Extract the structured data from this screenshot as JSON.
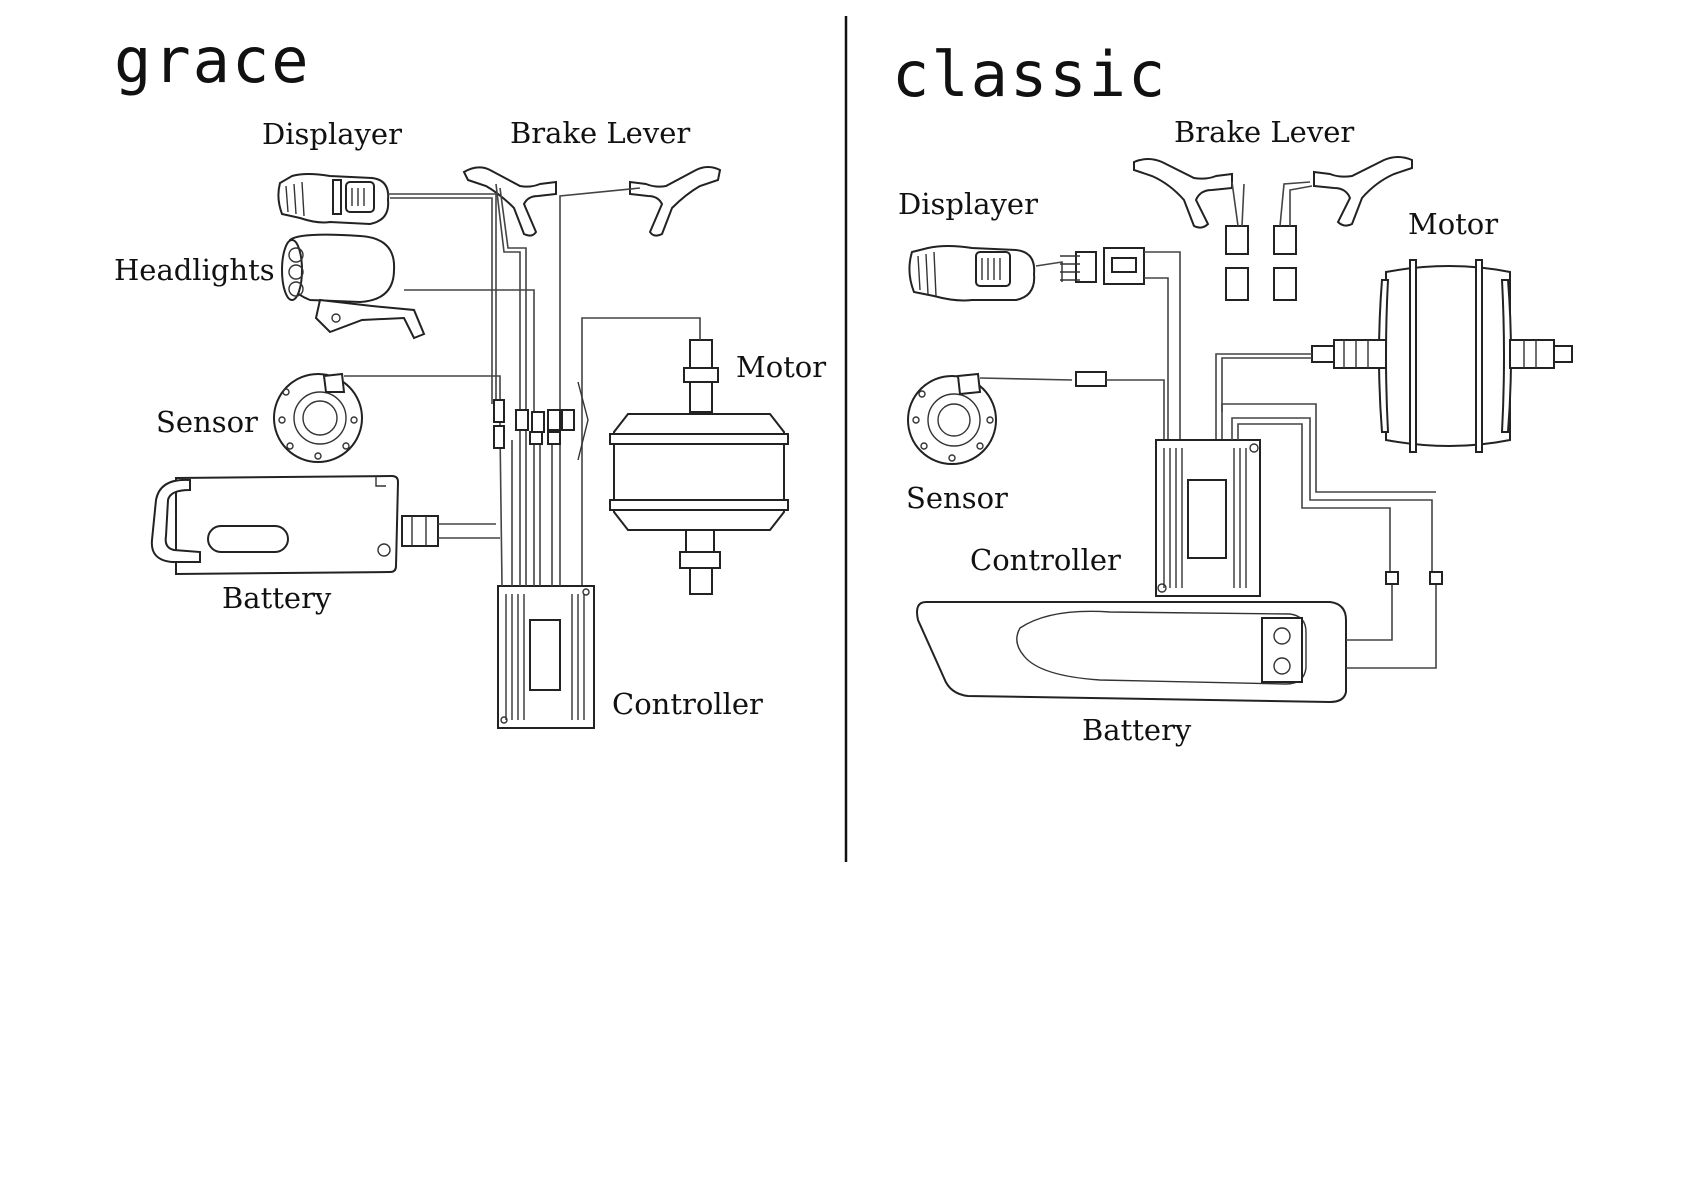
{
  "left_panel": {
    "title": "grace",
    "labels": {
      "displayer": "Displayer",
      "brake_lever": "Brake Lever",
      "headlights": "Headlights",
      "motor": "Motor",
      "sensor": "Sensor",
      "battery": "Battery",
      "controller": "Controller"
    }
  },
  "right_panel": {
    "title": "classic",
    "labels": {
      "brake_lever": "Brake Lever",
      "displayer": "Displayer",
      "motor": "Motor",
      "sensor": "Sensor",
      "controller": "Controller",
      "battery": "Battery"
    }
  },
  "colors": {
    "ink": "#111111",
    "background": "#ffffff"
  },
  "icons": [
    "displayer-icon",
    "brake-lever-icon",
    "headlight-icon",
    "motor-icon",
    "sensor-icon",
    "battery-icon",
    "controller-icon",
    "connector-icon"
  ]
}
